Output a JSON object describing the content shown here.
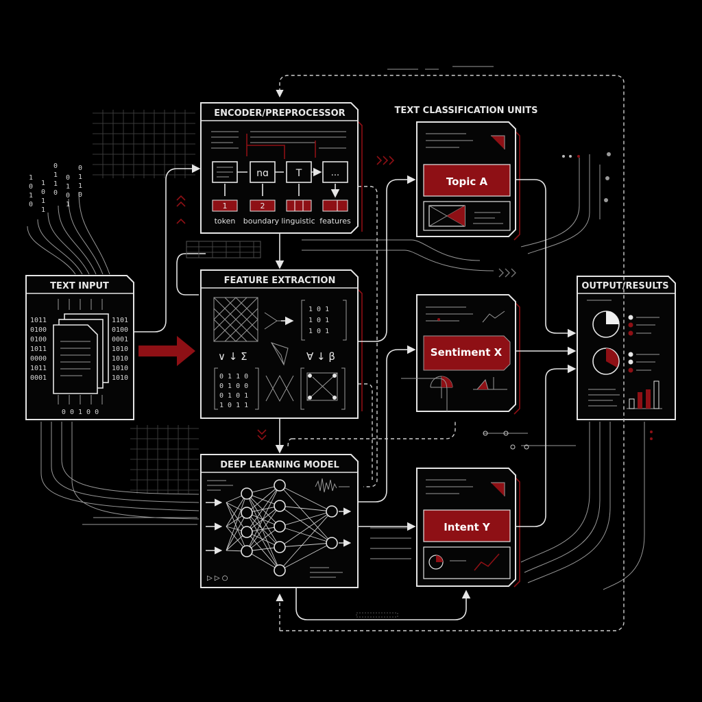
{
  "nodes": {
    "text_input": {
      "title": "TEXT INPUT",
      "bits_left": [
        "1011",
        "0100",
        "0100",
        "1011",
        "0000",
        "1011",
        "0001"
      ],
      "bits_right": [
        "1101",
        "0100",
        "0001",
        "1010",
        "1010",
        "1010",
        "1010"
      ],
      "bits_bottom": "0 0 1 0 0"
    },
    "encoder": {
      "title": "ENCODER/PREPROCESSOR",
      "steps": [
        {
          "symbol": "",
          "num": "1",
          "label": "token"
        },
        {
          "symbol": "nɑ",
          "num": "2",
          "label": "boundary"
        },
        {
          "symbol": "T",
          "num": "",
          "label": "linguistic"
        },
        {
          "symbol": "...",
          "num": "",
          "label": "features"
        }
      ]
    },
    "features": {
      "title": "FEATURE EXTRACTION",
      "matrix1": [
        "1  0  1",
        "1  0  1",
        "1  0  1"
      ],
      "matrix2": [
        "0  1  1  0",
        "0  1  0  0",
        "0  1  0  1",
        "1  0  1  1"
      ],
      "sym1": "∨ ↓ Σ",
      "sym2": "∀ ↓ β"
    },
    "model": {
      "title": "DEEP LEARNING MODEL"
    },
    "classification": {
      "heading": "TEXT CLASSIFICATION UNITS",
      "units": [
        "Topic A",
        "Sentiment X",
        "Intent Y"
      ]
    },
    "output": {
      "title": "OUTPUT/RESULTS"
    }
  },
  "colors": {
    "accent": "#8e1015",
    "stroke": "#e6e6e6",
    "background": "#000000"
  }
}
